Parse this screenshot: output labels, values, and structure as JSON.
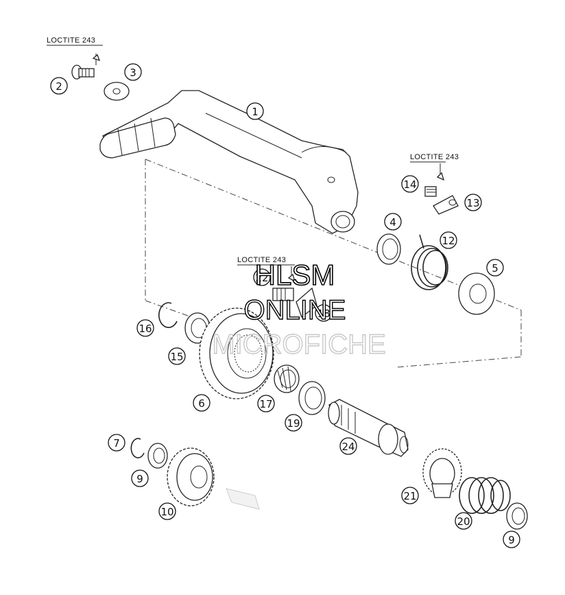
{
  "callouts": [
    {
      "id": "c1",
      "number": "1"
    },
    {
      "id": "c2",
      "number": "2"
    },
    {
      "id": "c3",
      "number": "3"
    },
    {
      "id": "c4",
      "number": "4"
    },
    {
      "id": "c5",
      "number": "5"
    },
    {
      "id": "c6",
      "number": "6"
    },
    {
      "id": "c7",
      "number": "7"
    },
    {
      "id": "c9a",
      "number": "9"
    },
    {
      "id": "c9b",
      "number": "9"
    },
    {
      "id": "c10",
      "number": "10"
    },
    {
      "id": "c12",
      "number": "12"
    },
    {
      "id": "c13",
      "number": "13"
    },
    {
      "id": "c14",
      "number": "14"
    },
    {
      "id": "c15",
      "number": "15"
    },
    {
      "id": "c16",
      "number": "16"
    },
    {
      "id": "c17",
      "number": "17"
    },
    {
      "id": "c18",
      "number": "18"
    },
    {
      "id": "c19",
      "number": "19"
    },
    {
      "id": "c20",
      "number": "20"
    },
    {
      "id": "c21",
      "number": "21"
    },
    {
      "id": "c22",
      "number": "22"
    },
    {
      "id": "c24",
      "number": "24"
    }
  ],
  "notes": [
    "LOCTITE 243",
    "LOCTITE 243",
    "LOCTITE 243"
  ],
  "watermark": {
    "line1": "HLSM",
    "line2": "ONLINE",
    "line3": "MICROFICHE"
  }
}
